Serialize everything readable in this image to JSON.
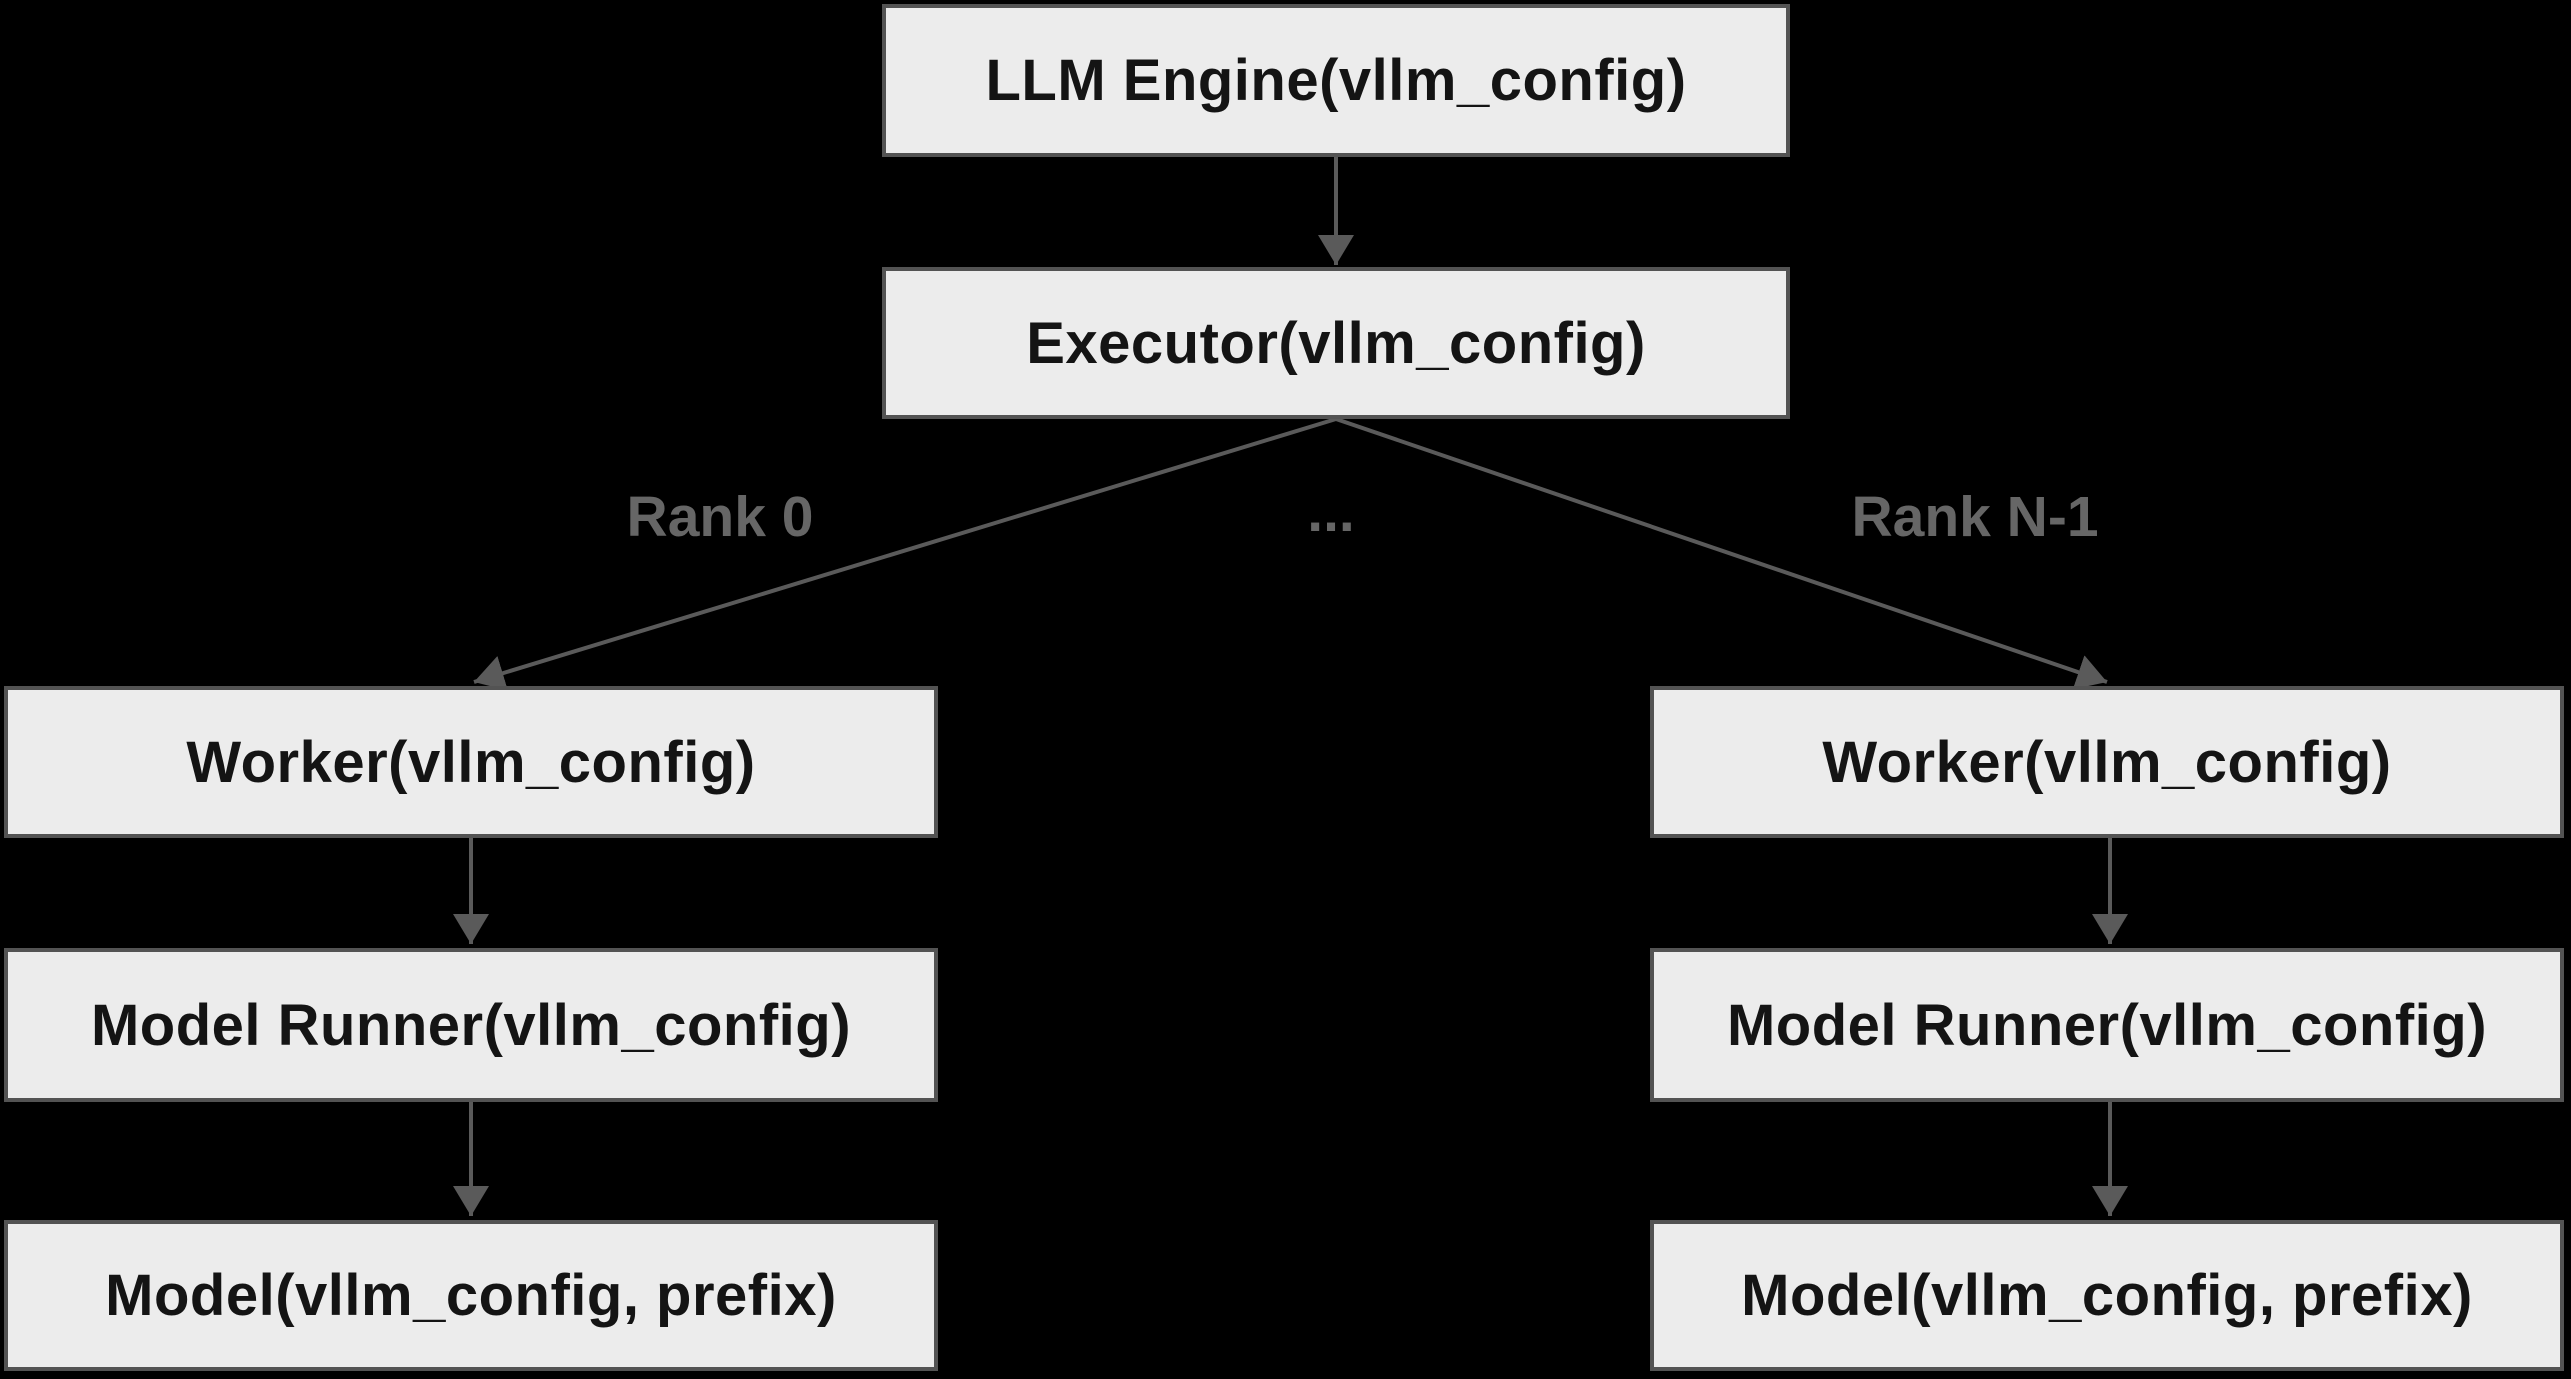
{
  "diagram": {
    "title_implicit": "vLLM engine-executor-worker hierarchy",
    "colors": {
      "background": "#000000",
      "node_fill": "#ececec",
      "node_border": "#535353",
      "node_text": "#141414",
      "arrow": "#5a5a5a",
      "edge_label_text": "#666666"
    },
    "nodes": [
      {
        "id": "llm-engine",
        "label": "LLM Engine(vllm_config)"
      },
      {
        "id": "executor",
        "label": "Executor(vllm_config)"
      },
      {
        "id": "worker-left",
        "label": "Worker(vllm_config)"
      },
      {
        "id": "worker-right",
        "label": "Worker(vllm_config)"
      },
      {
        "id": "model-runner-left",
        "label": "Model Runner(vllm_config)"
      },
      {
        "id": "model-runner-right",
        "label": "Model Runner(vllm_config)"
      },
      {
        "id": "model-left",
        "label": "Model(vllm_config, prefix)"
      },
      {
        "id": "model-right",
        "label": "Model(vllm_config, prefix)"
      }
    ],
    "edge_labels": {
      "rank0": "Rank 0",
      "ellipsis": "...",
      "rankN": "Rank N-1"
    }
  }
}
